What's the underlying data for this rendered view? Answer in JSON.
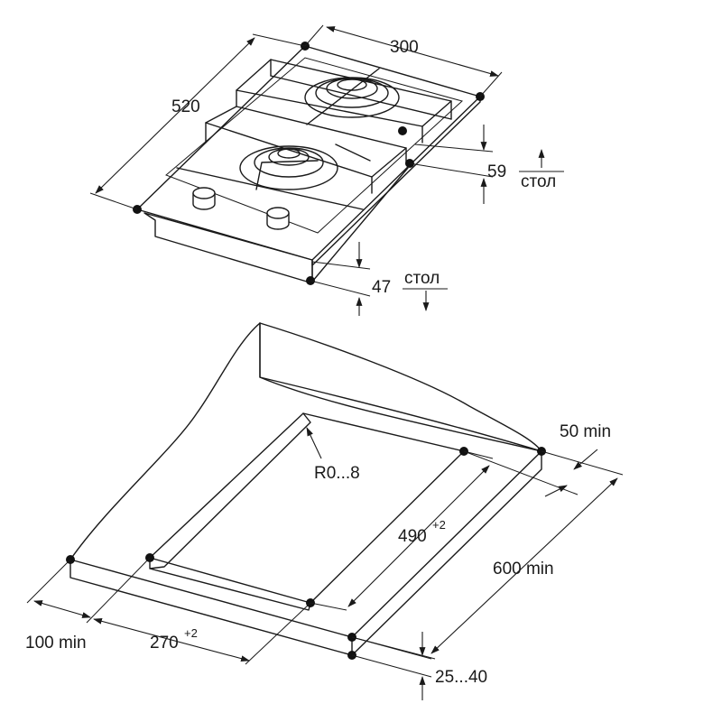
{
  "hob": {
    "width_label": "300",
    "depth_label": "520",
    "height_above_label": "59",
    "height_below_label": "47",
    "table_label_top": "стол",
    "table_label_bottom": "стол"
  },
  "cutout": {
    "corner_radius_label": "R0...8",
    "cut_depth_label": "490",
    "cut_depth_tol": "+2",
    "cut_width_label": "270",
    "cut_width_tol": "+2",
    "rear_margin_label": "50 min",
    "worktop_depth_label": "600 min",
    "side_margin_label": "100 min",
    "thickness_label": "25...40"
  }
}
